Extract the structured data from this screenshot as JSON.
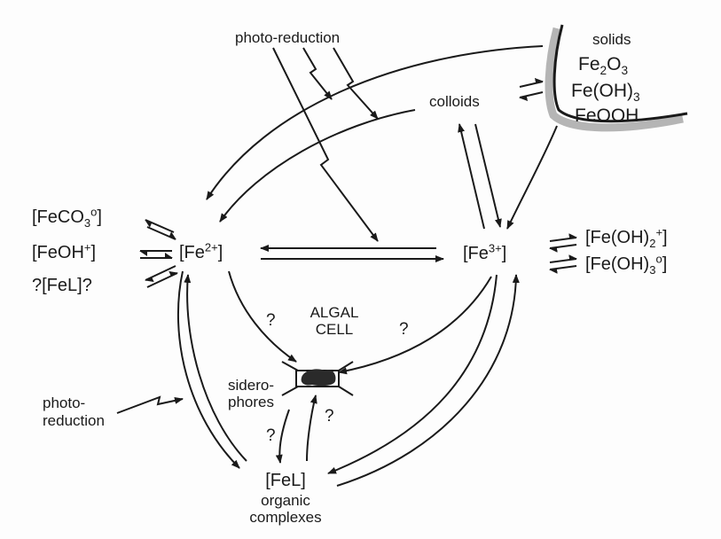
{
  "labels": {
    "photo_reduction_top": "photo-reduction",
    "solids_title": "solids",
    "solid_fe2o3": [
      "Fe",
      "2",
      "O",
      "3"
    ],
    "solid_feoh3": [
      "Fe(OH)",
      "3"
    ],
    "solid_feooh": "FeOOH",
    "colloids": "colloids",
    "feco3": [
      "[FeCO",
      "3",
      "o",
      "]"
    ],
    "feoh": [
      "[FeOH",
      "+",
      "]"
    ],
    "fel_q": "?[FeL]?",
    "fe2": [
      "[Fe",
      "2+",
      "]"
    ],
    "fe3": [
      "[Fe",
      "3+",
      "]"
    ],
    "feoh2": [
      "[Fe(OH)",
      "2",
      "+",
      "]"
    ],
    "feoh3": [
      "[Fe(OH)",
      "3",
      "o",
      "]"
    ],
    "algal_cell": [
      "ALGAL",
      "CELL"
    ],
    "q1": "?",
    "q2": "?",
    "q3": "?",
    "q4": "?",
    "siderophores": [
      "sidero-",
      "phores"
    ],
    "photo_reduction_left": [
      "photo-",
      "reduction"
    ],
    "fel_bottom": "[FeL]",
    "organic_complexes": [
      "organic",
      "complexes"
    ]
  },
  "colors": {
    "ink": "#1a1a1a",
    "solid_surface": "#b5b5b5",
    "cell_fill": "#2a2a2a"
  }
}
